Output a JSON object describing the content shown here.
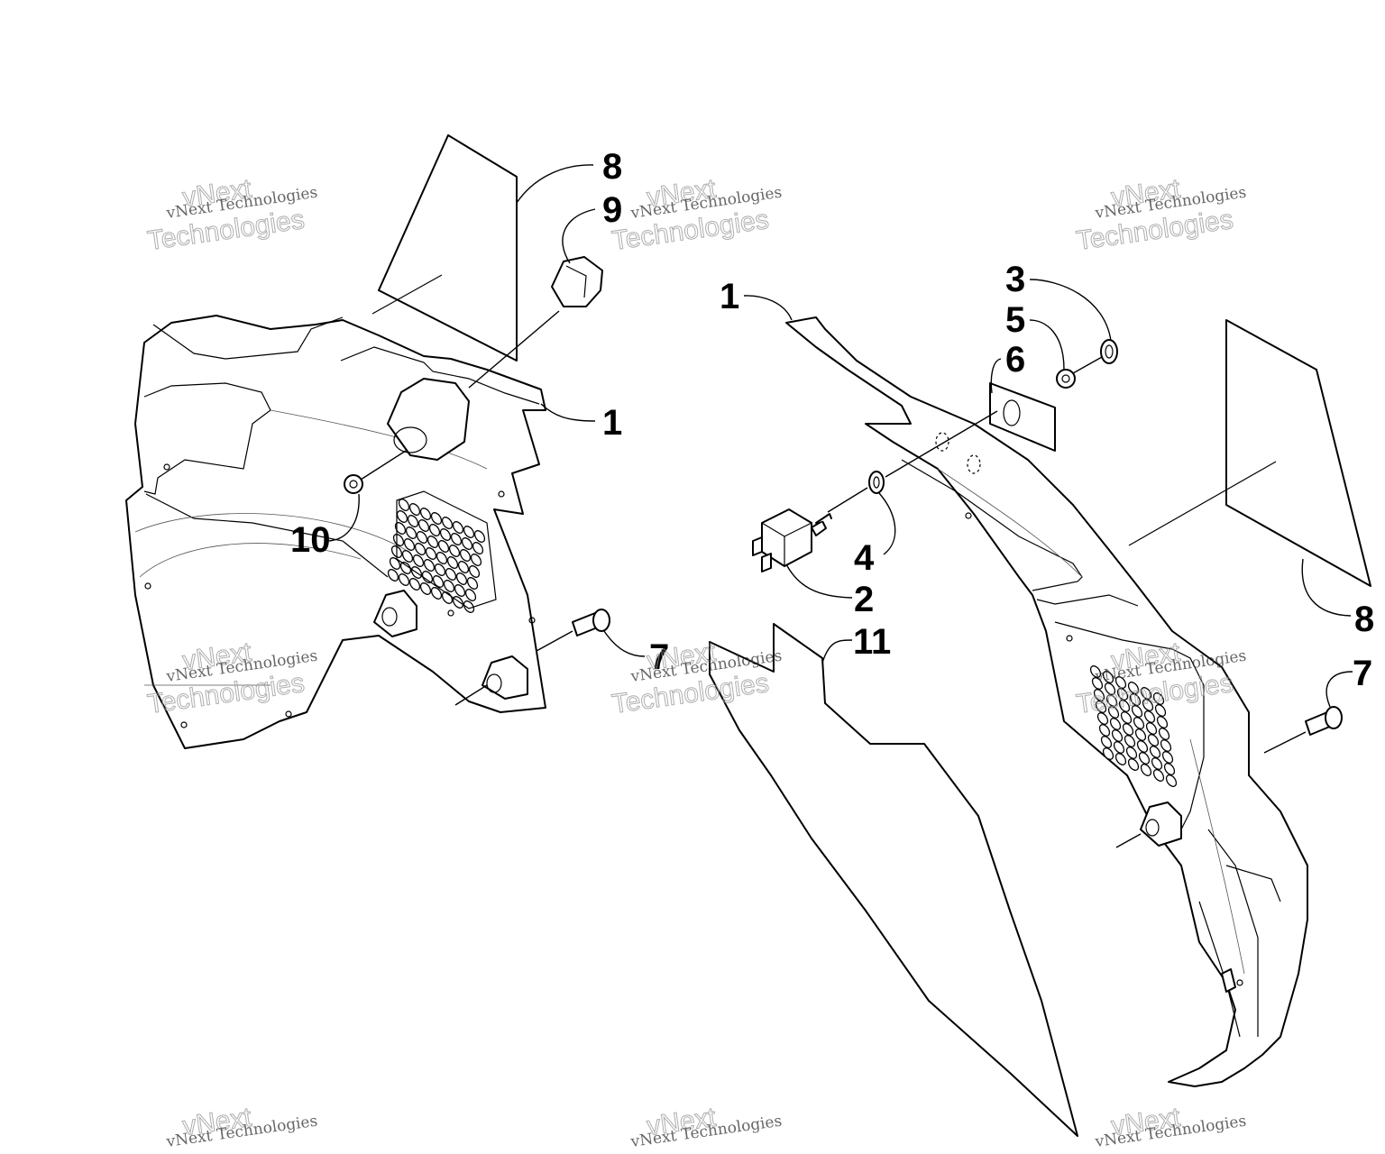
{
  "callouts": [
    {
      "id": "left-8",
      "text": "8"
    },
    {
      "id": "left-9",
      "text": "9"
    },
    {
      "id": "left-1",
      "text": "1"
    },
    {
      "id": "left-10",
      "text": "10"
    },
    {
      "id": "left-7",
      "text": "7"
    },
    {
      "id": "right-1",
      "text": "1"
    },
    {
      "id": "right-3",
      "text": "3"
    },
    {
      "id": "right-5",
      "text": "5"
    },
    {
      "id": "right-6",
      "text": "6"
    },
    {
      "id": "right-4",
      "text": "4"
    },
    {
      "id": "right-2",
      "text": "2"
    },
    {
      "id": "right-11",
      "text": "11"
    },
    {
      "id": "right-8",
      "text": "8"
    },
    {
      "id": "right-7",
      "text": "7"
    }
  ],
  "watermark": {
    "line1": "vNext Technologies",
    "line2": "vNext",
    "line3": "Technologies"
  }
}
